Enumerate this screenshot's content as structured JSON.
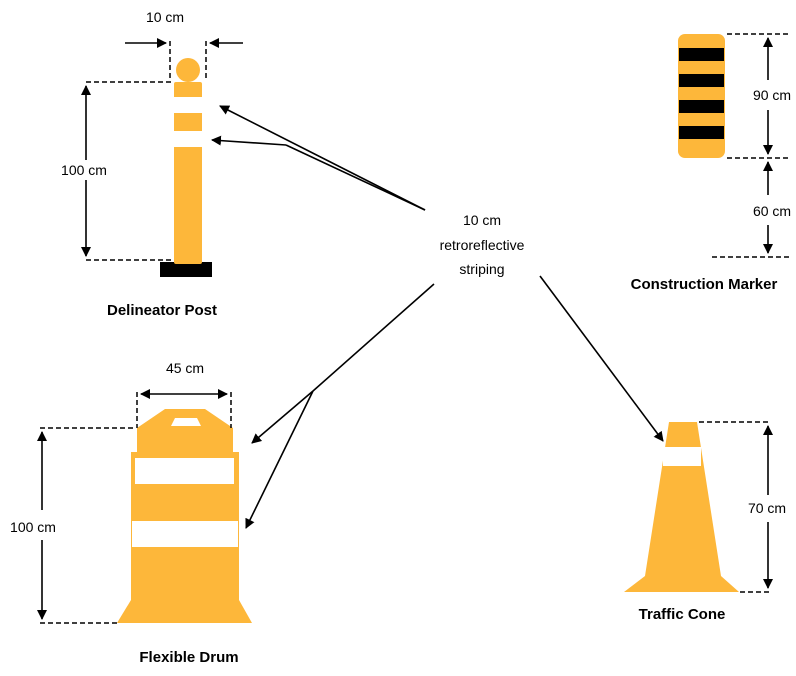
{
  "colors": {
    "device_orange": "#FDB73A",
    "stripe_white": "#FFFFFF",
    "stripe_black": "#000000",
    "base_black": "#000000"
  },
  "devices": {
    "delineator_post": {
      "title": "Delineator Post",
      "width_label": "10 cm",
      "height_label": "100 cm"
    },
    "construction_marker": {
      "title": "Construction Marker",
      "height_label": "90 cm",
      "mount_label": "60 cm"
    },
    "flexible_drum": {
      "title": "Flexible Drum",
      "width_label": "45 cm",
      "height_label": "100 cm"
    },
    "traffic_cone": {
      "title": "Traffic Cone",
      "height_label": "70 cm"
    }
  },
  "callout": {
    "lines": [
      "10 cm",
      "retroreflective",
      "striping"
    ]
  }
}
